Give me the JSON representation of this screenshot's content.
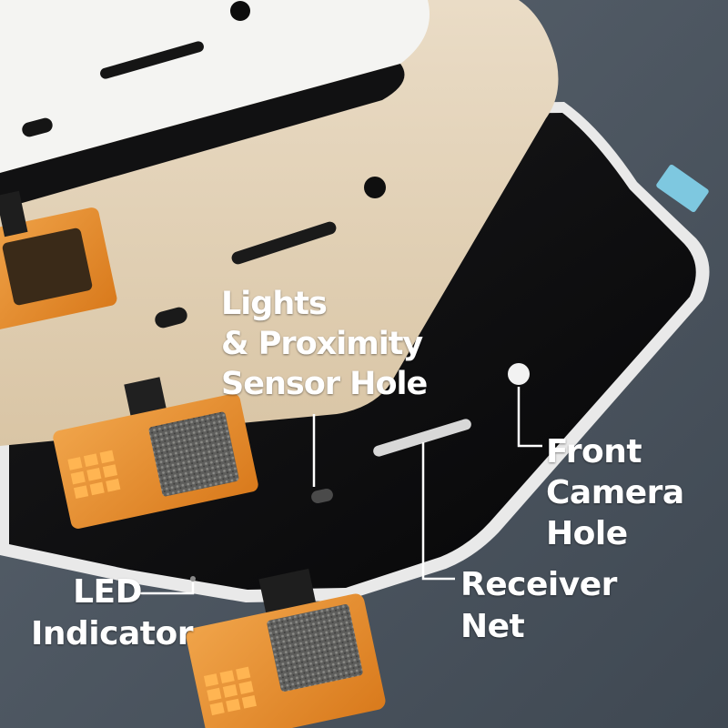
{
  "product_photo": {
    "background_color": "#4d5763",
    "panels": {
      "white_panel_color": "#f4f4f2",
      "gold_panel_color": "#e3d2b8",
      "black_panel_color": "#0d0d0e"
    }
  },
  "callouts": {
    "sensor": {
      "lines": [
        "Lights",
        "& Proximity",
        "Sensor Hole"
      ]
    },
    "camera": {
      "lines": [
        "Front",
        "Camera",
        "Hole"
      ]
    },
    "receiver": {
      "lines": [
        "Receiver",
        "Net"
      ]
    },
    "led": {
      "lines": [
        "LED",
        "Indicator"
      ]
    }
  }
}
